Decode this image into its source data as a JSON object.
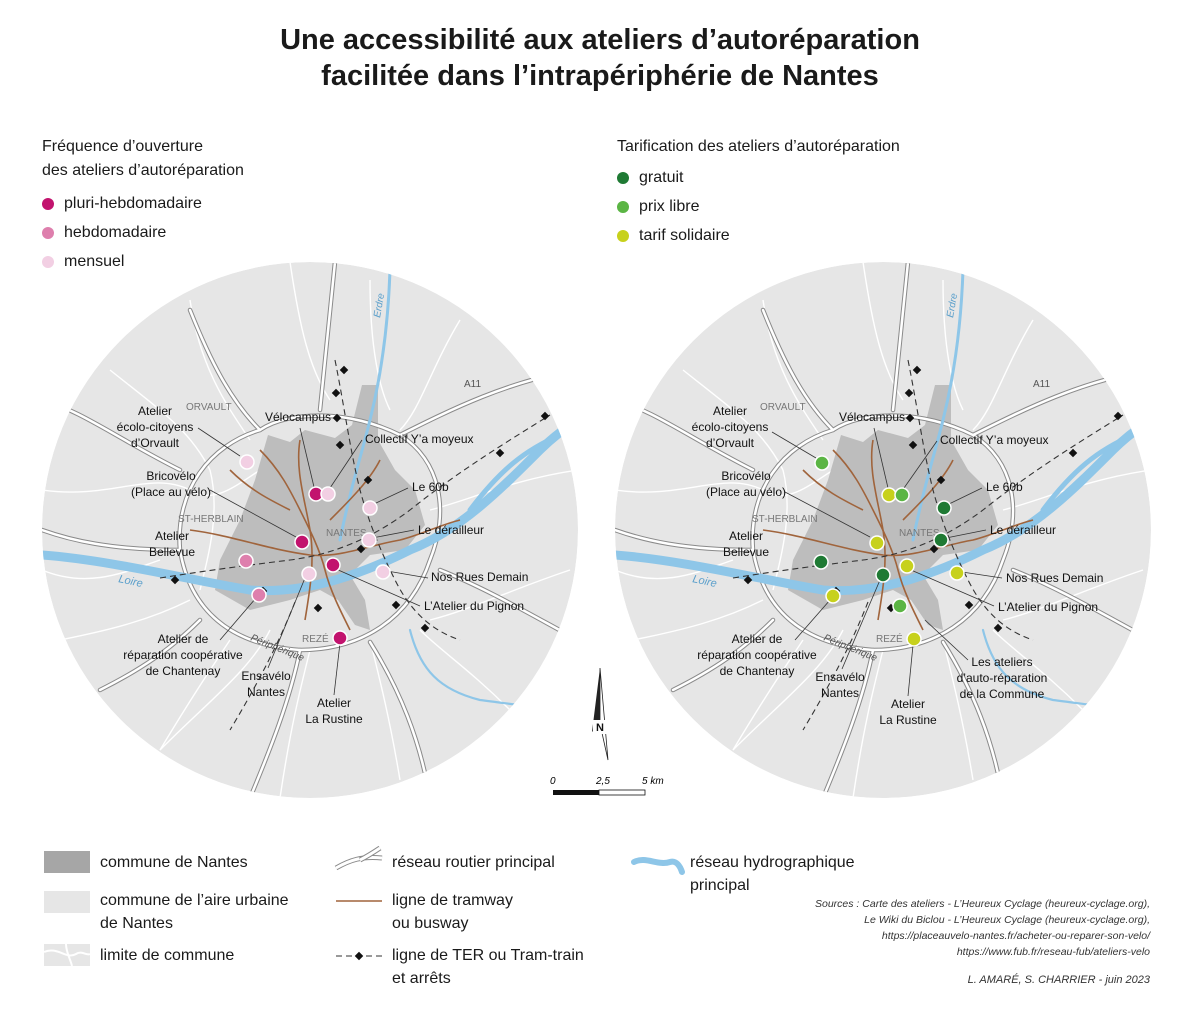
{
  "title_line1": "Une accessibilité aux ateliers d’autoréparation",
  "title_line2": "facilitée dans l’intrapériphérie de Nantes",
  "left_legend": {
    "heading_line1": "Fréquence d’ouverture",
    "heading_line2": "des ateliers d’autoréparation",
    "items": [
      {
        "label": "pluri-hebdomadaire",
        "color": "#c2136e"
      },
      {
        "label": "hebdomadaire",
        "color": "#de7fad"
      },
      {
        "label": "mensuel",
        "color": "#f2cfe3"
      }
    ]
  },
  "right_legend": {
    "heading": "Tarification des ateliers d’autoréparation",
    "items": [
      {
        "label": "gratuit",
        "color": "#1f7a34"
      },
      {
        "label": "prix libre",
        "color": "#5bb544"
      },
      {
        "label": "tarif solidaire",
        "color": "#c7d11c"
      }
    ]
  },
  "map_labels": {
    "orvault": "ORVAULT",
    "st_herblain": "ST-HERBLAIN",
    "nantes": "NANTES",
    "reze": "REZÉ",
    "loire": "Loire",
    "erdre": "Erdre",
    "a11": "A11",
    "peripherique": "Périphérique"
  },
  "workshops": {
    "ecolo_1": "Atelier",
    "ecolo_2": "écolo-citoyens",
    "ecolo_3": "d’Orvault",
    "velocampus": "Vélocampus",
    "collectif": "Collectif Y’a moyeux",
    "bricovelo_1": "Bricovélo",
    "bricovelo_2": "(Place au vélo)",
    "le60b": "Le 60b",
    "bellevue_1": "Atelier",
    "bellevue_2": "Bellevue",
    "derailleur": "Le dérailleur",
    "nosrues": "Nos Rues Demain",
    "pignon": "L’Atelier du Pignon",
    "chantenay_1": "Atelier de",
    "chantenay_2": "réparation coopérative",
    "chantenay_3": "de Chantenay",
    "ensavelo_1": "Ensavélo",
    "ensavelo_2": "Nantes",
    "rustine_1": "Atelier",
    "rustine_2": "La Rustine",
    "commune_1": "Les ateliers",
    "commune_2": "d’auto-réparation",
    "commune_3": "de la Commune"
  },
  "north": "N",
  "scale": {
    "s0": "0",
    "s1": "2,5",
    "s2": "5 km"
  },
  "bottom_legend": {
    "nantes_commune": "commune de Nantes",
    "aire_1": "commune de l’aire urbaine",
    "aire_2": "de Nantes",
    "limite": "limite de commune",
    "routier": "réseau routier principal",
    "tram_1": "ligne de tramway",
    "tram_2": "ou busway",
    "ter_1": "ligne de TER ou Tram-train",
    "ter_2": "et arrêts",
    "hydro_1": "réseau hydrographique",
    "hydro_2": "principal"
  },
  "sources": {
    "l1": "Sources : Carte des ateliers - L’Heureux Cyclage (heureux-cyclage.org),",
    "l2": "Le Wiki du Biclou - L’Heureux Cyclage (heureux-cyclage.org),",
    "l3": "https://placeauvelo-nantes.fr/acheter-ou-reparer-son-velo/",
    "l4": "https://www.fub.fr/reseau-fub/ateliers-velo",
    "authors": "L. AMARÉ, S. CHARRIER - juin 2023"
  }
}
